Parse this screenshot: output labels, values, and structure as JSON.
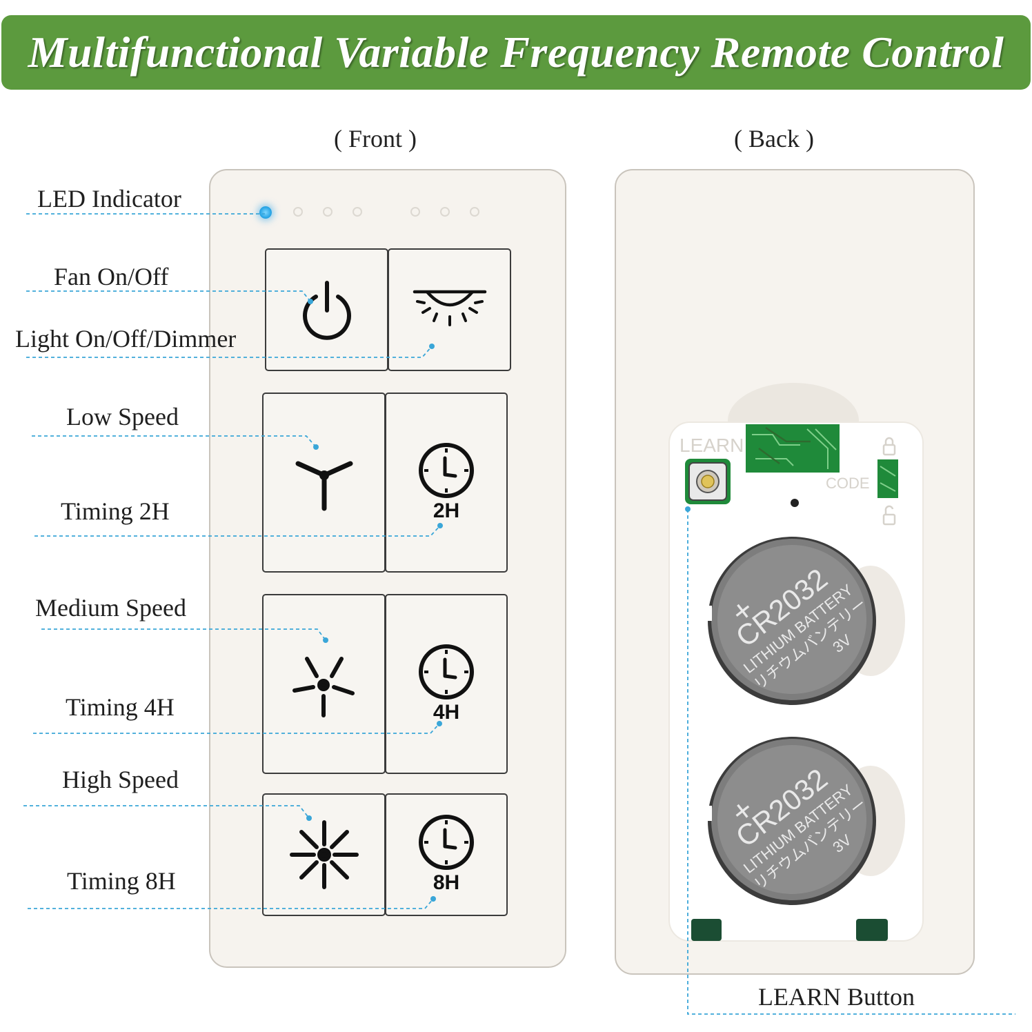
{
  "title": "Multifunctional Variable Frequency Remote Control",
  "views": {
    "front": "( Front )",
    "back": "( Back )"
  },
  "callouts": {
    "led_indicator": "LED Indicator",
    "fan_on_off": "Fan On/Off",
    "light_on_off_dimmer": "Light On/Off/Dimmer",
    "low_speed": "Low Speed",
    "timing_2h": "Timing 2H",
    "medium_speed": "Medium Speed",
    "timing_4h": "Timing 4H",
    "high_speed": "High Speed",
    "timing_8h": "Timing 8H",
    "learn_button": "LEARN Button"
  },
  "buttons": {
    "timer_2h": "2H",
    "timer_4h": "4H",
    "timer_8h": "8H"
  },
  "back_panel": {
    "learn_label": "LEARN",
    "code_label": "CODE",
    "battery_1": {
      "plus": "+",
      "model": "CR2032",
      "type": "LITHIUM BATTERY",
      "jp": "リチウムバンテリー",
      "voltage": "3V"
    },
    "battery_2": {
      "plus": "+",
      "model": "CR2032",
      "type": "LITHIUM BATTERY",
      "jp": "リチウムバンテリー",
      "voltage": "3V"
    }
  },
  "icons": {
    "fan_power": "power-icon",
    "light": "ceiling-light-icon",
    "low": "fan-3-blade-icon",
    "medium": "fan-6-blade-icon",
    "high": "fan-8-blade-icon",
    "timer": "clock-icon"
  },
  "colors": {
    "banner": "#5c9a3e",
    "led_active": "#2aa6e6",
    "leader_line": "#3aa6d8",
    "panel": "#f6f3ee",
    "pcb": "#1f8a3a",
    "battery": "#7d7d7d"
  }
}
